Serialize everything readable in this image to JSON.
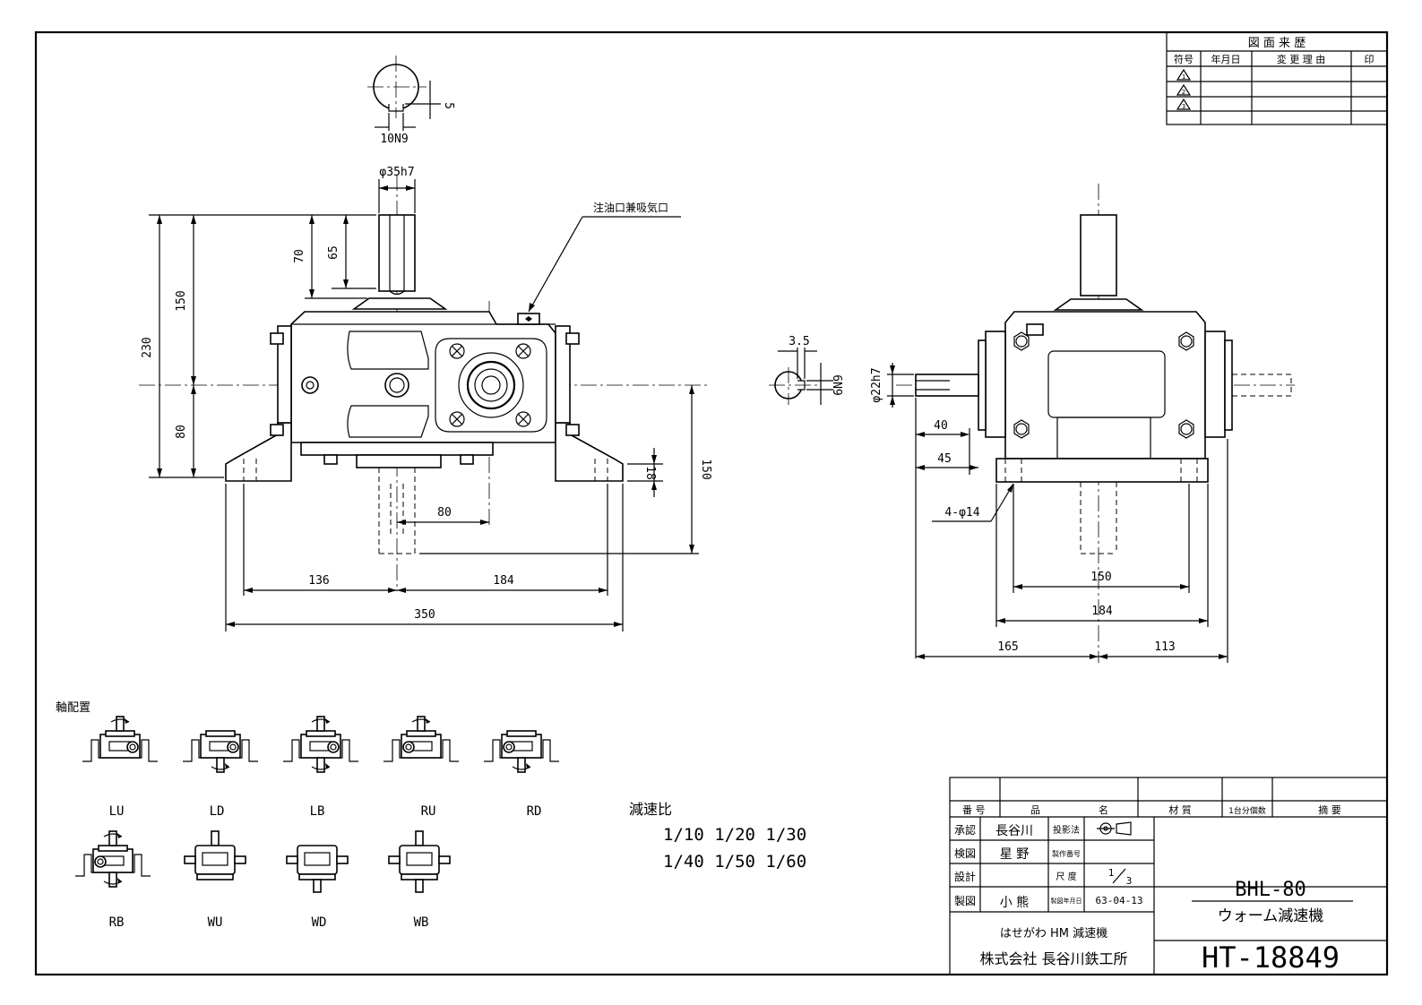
{
  "revision_table": {
    "title": "図 面 来 歴",
    "headers": [
      "符号",
      "年月日",
      "変 更 理 由",
      "印"
    ],
    "symbols": [
      "1",
      "2",
      "3"
    ]
  },
  "front_view": {
    "note": "注油口兼吸気口",
    "keyway": "10N9",
    "key_depth": "5",
    "shaft_dia": "φ35h7",
    "dims": [
      "70",
      "65",
      "150",
      "230",
      "80",
      "18",
      "150",
      "80",
      "136",
      "184",
      "350"
    ]
  },
  "side_view": {
    "key_width": "3.5",
    "keyway": "6N9",
    "shaft_dia": "φ22h7",
    "holes": "4-φ14",
    "dims": [
      "40",
      "45",
      "150",
      "184",
      "165",
      "113"
    ]
  },
  "shaft_arrangement": {
    "title": "軸配置",
    "row1": [
      "LU",
      "LD",
      "LB",
      "RU",
      "RD"
    ],
    "row2": [
      "RB",
      "WU",
      "WD",
      "WB"
    ]
  },
  "reduction": {
    "title": "減速比",
    "line1": "1/10 1/20 1/30",
    "line2": "1/40 1/50 1/60"
  },
  "title_block": {
    "col_number": "番 号",
    "col_name_a": "品",
    "col_name_b": "名",
    "col_material": "材 質",
    "col_qty": "1台分個数",
    "col_note": "摘 要",
    "approved_label": "承認",
    "approved": "長谷川",
    "projection_label": "投影法",
    "checked_label": "検図",
    "checked": "星 野",
    "serial_label": "製作番号",
    "design_label": "設計",
    "scale_label": "尺 度",
    "scale_num": "1",
    "scale_den": "3",
    "drawn_label": "製図",
    "drawn": "小 熊",
    "date_label": "製図年月日",
    "date": "63-04-13",
    "model": "BHL-80",
    "product": "ウォーム減速機",
    "brand": "はせがわ HM 減速機",
    "company": "株式会社 長谷川鉄工所",
    "drawing_no": "HT-18849"
  }
}
